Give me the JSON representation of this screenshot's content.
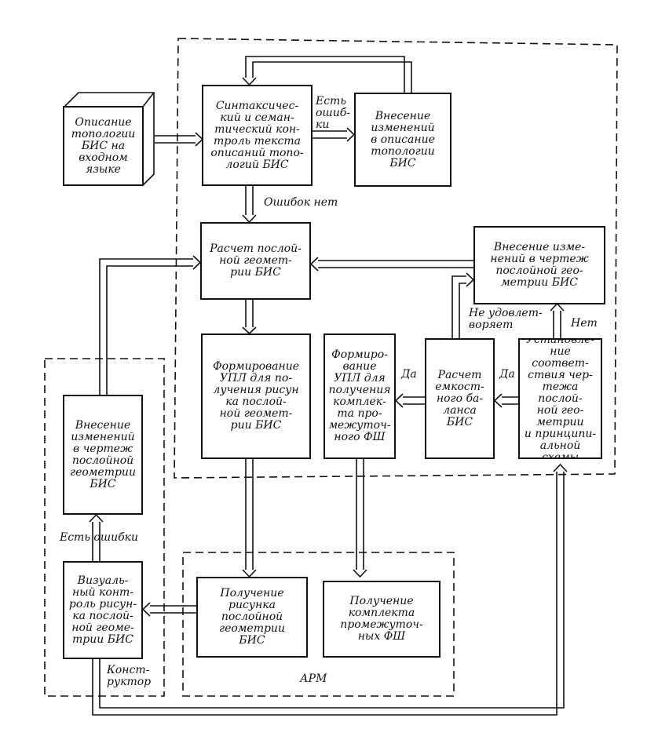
{
  "colors": {
    "ink": "#111111",
    "paper": "#ffffff"
  },
  "nodes": {
    "input_description": "Описание\nтопологии\nБИС на\nвходном\nязыке",
    "syntax_check": "Синтаксичес-\nкий и семан-\nтический кон-\nтроль текста\nописаний топо-\nлогий  БИС",
    "edit_description": "Внесение\nизменений\nв описание\nтопологии\nБИС",
    "layer_geometry_calc": "Расчет послой-\nной геомет-\nрии  БИС",
    "edit_drawing_right": "Внесение изме-\nнений в чертеж\nпослойной гео-\nметрии   БИС",
    "form_upl_drawing": "Формирование\nУПЛ для по-\nлучения рисун\nка послой-\nной геомет-\nрии    БИС",
    "form_upl_set": "Формиро-\nвание\nУПЛ для\nполучения\nкомплек-\nта про-\nмежуточ-\nного ФШ",
    "capacitance_calc": "Расчет\nемкост-\nного ба-\nланса\nБИС",
    "correspondence": "Установле-\nние соответ-\nствия чер-\nтежа послой-\nной гео-\nметрии\nи принципи-\nальной схемы",
    "edit_drawing_left": "Внесение\nизменений\nв чертеж\nпослойной\nгеометрии\nБИС",
    "visual_control": "Визуаль-\nный конт-\nроль рисун-\nка послой-\nной геоме-\nтрии БИС",
    "get_drawing": "Получение\nрисунка\nпослойной\nгеометрии\nБИС",
    "get_set": "Получение\nкомплекта\nпромежуточ-\nных ФШ"
  },
  "labels": {
    "errors_exist_top": "Есть\nошиб-\nки",
    "no_errors": "Ошибок  нет",
    "not_satisfy": "Не удовлет-\nворяет",
    "no": "Нет",
    "yes_1": "Да",
    "yes_2": "Да",
    "errors_exist_left": "Есть    ошибки",
    "constructor": "Конст-\nруктор",
    "arm": "АРМ"
  }
}
